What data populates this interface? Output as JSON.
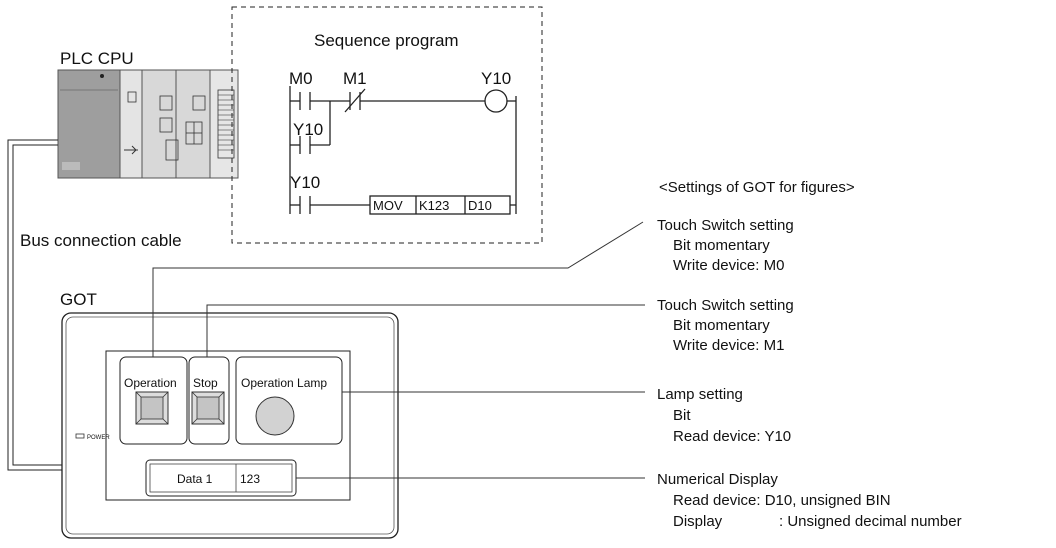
{
  "plc": {
    "label": "PLC CPU"
  },
  "cable": {
    "label": "Bus connection cable"
  },
  "got": {
    "label": "GOT",
    "power_label": "POWER",
    "screen": {
      "switch1_label": "Operation",
      "switch2_label": "Stop",
      "lamp_label": "Operation Lamp",
      "data_label": "Data 1",
      "data_value": "123"
    }
  },
  "program": {
    "title": "Sequence program",
    "contact_m0": "M0",
    "contact_m1": "M1",
    "coil_y10": "Y10",
    "contact_y10_a": "Y10",
    "contact_y10_b": "Y10",
    "instr_mov": "MOV",
    "instr_src": "K123",
    "instr_dst": "D10"
  },
  "settings": {
    "heading": "<Settings of GOT for figures>",
    "blocks": [
      {
        "title": "Touch Switch setting",
        "line1": "Bit momentary",
        "line2": "Write device: M0"
      },
      {
        "title": "Touch Switch setting",
        "line1": "Bit momentary",
        "line2": "Write device: M1"
      },
      {
        "title": "Lamp setting",
        "line1": "Bit",
        "line2": "Read device: Y10"
      },
      {
        "title": "Numerical Display",
        "line1": "Read device: D10, unsigned BIN",
        "line2a": "Display",
        "line2b": ": Unsigned decimal number"
      }
    ]
  }
}
